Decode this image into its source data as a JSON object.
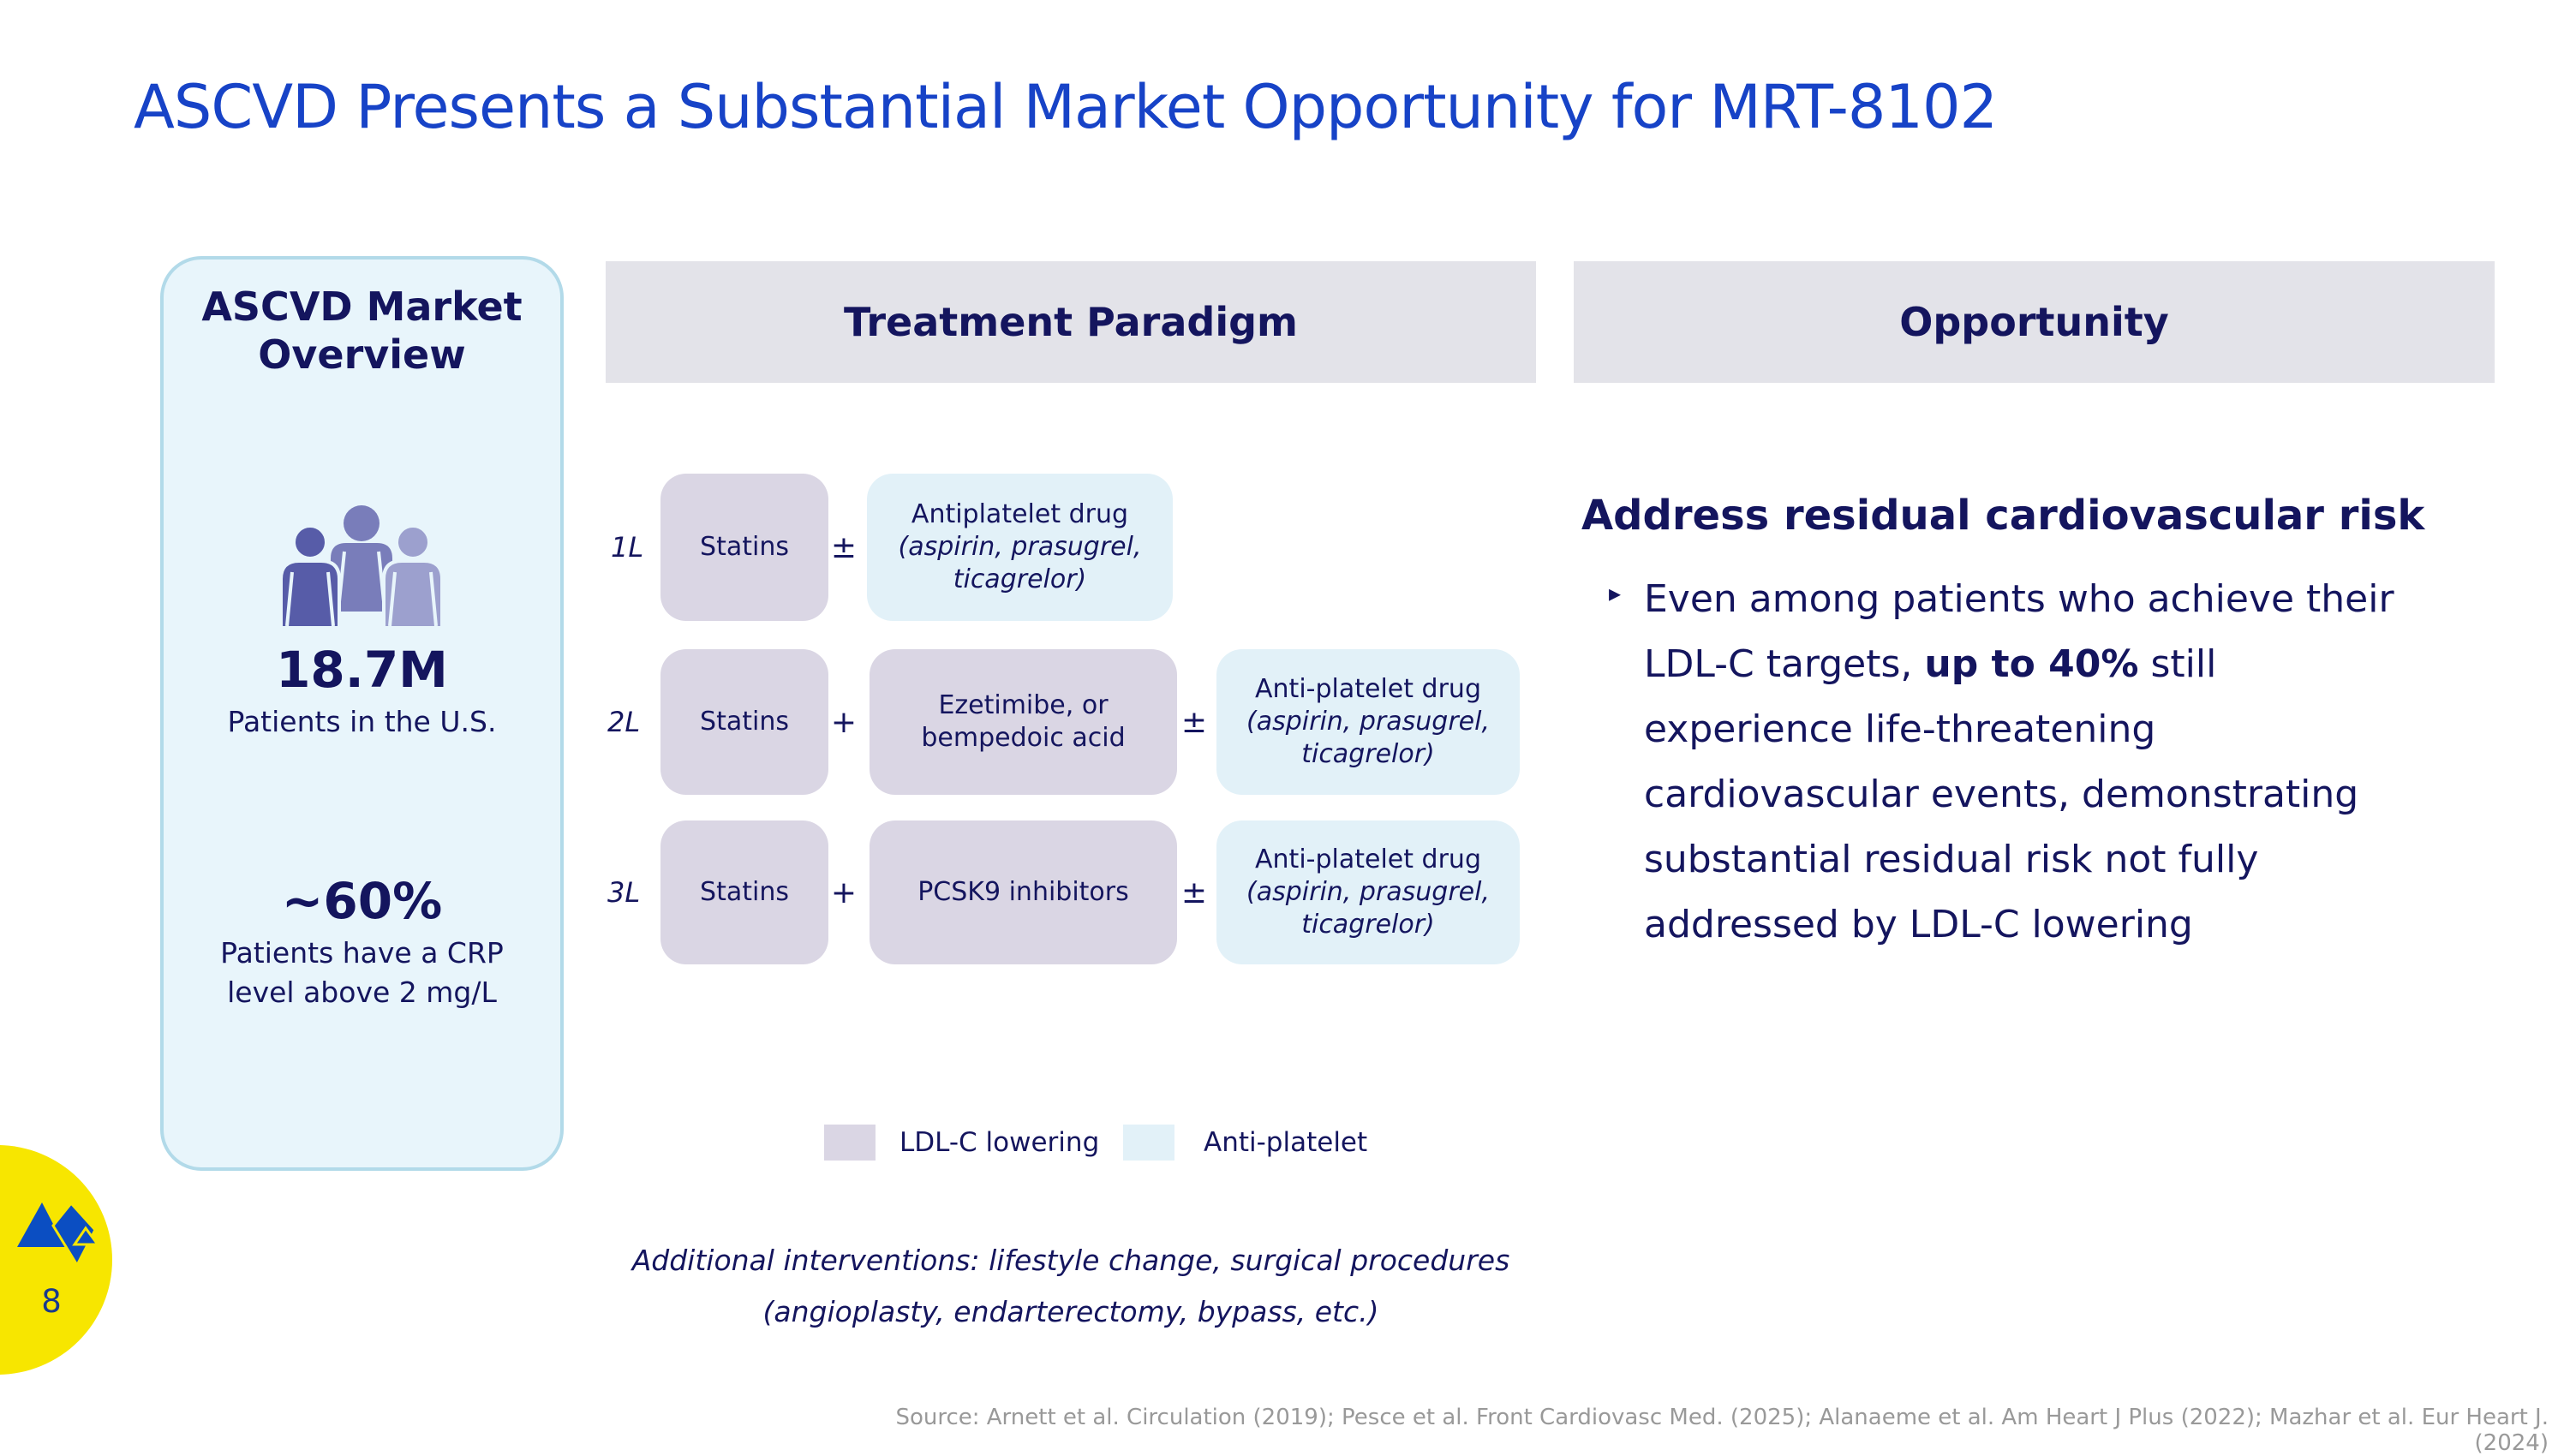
{
  "slide": {
    "title": "ASCVD Presents a Substantial Market Opportunity for MRT-8102",
    "page_number": "8",
    "source": "Source: Arnett et al. Circulation (2019); Pesce et al. Front Cardiovasc Med. (2025); Alanaeme et al. Am Heart J Plus (2022); Mazhar et al. Eur Heart J. (2024)"
  },
  "overview": {
    "title": "ASCVD Market Overview",
    "icon": "people-group-icon",
    "stat1": {
      "value": "18.7M",
      "label": "Patients in the U.S."
    },
    "stat2": {
      "value": "~60%",
      "label": "Patients have a CRP level above 2 mg/L"
    }
  },
  "treatment": {
    "header": "Treatment Paradigm",
    "row1": {
      "label": "1L",
      "box1": "Statins",
      "op1": "±",
      "box2_name": "Antiplatelet drug",
      "box2_detail": "(aspirin, prasugrel, ticagrelor)"
    },
    "row2": {
      "label": "2L",
      "box1": "Statins",
      "op1": "+",
      "box2": "Ezetimibe, or bempedoic acid",
      "op2": "±",
      "box3_name": "Anti-platelet drug",
      "box3_detail": "(aspirin, prasugrel, ticagrelor)"
    },
    "row3": {
      "label": "3L",
      "box1": "Statins",
      "op1": "+",
      "box2": "PCSK9 inhibitors",
      "op2": "±",
      "box3_name": "Anti-platelet drug",
      "box3_detail": "(aspirin, prasugrel, ticagrelor)"
    },
    "legend": {
      "ldl_label": "LDL-C lowering",
      "ldl_color": "#DAD6E4",
      "ap_label": "Anti-platelet",
      "ap_color": "#E2F1F8"
    },
    "note_line1": "Additional interventions: lifestyle change, surgical procedures",
    "note_line2": "(angioplasty, endarterectomy, bypass, etc.)"
  },
  "opportunity": {
    "header": "Opportunity",
    "headline": "Address residual cardiovascular risk",
    "bullet_marker": "▸",
    "bullet_pre": "Even among patients who achieve their LDL-C targets, ",
    "bullet_bold": "up to 40%",
    "bullet_post": " still experience life-threatening cardiovascular events, demonstrating substantial residual risk not fully addressed by LDL-C lowering"
  },
  "colors": {
    "title_blue": "#1743C7",
    "navy_text": "#14155E",
    "header_bar_bg": "#E3E3E9",
    "panel_bg": "#E8F5FB",
    "panel_border": "#B2DAE9",
    "ldl_box": "#DAD6E4",
    "antiplatelet_box": "#E2F1F8",
    "logo_yellow": "#F7E600",
    "logo_blue": "#0B4EC2",
    "source_gray": "#999999"
  }
}
